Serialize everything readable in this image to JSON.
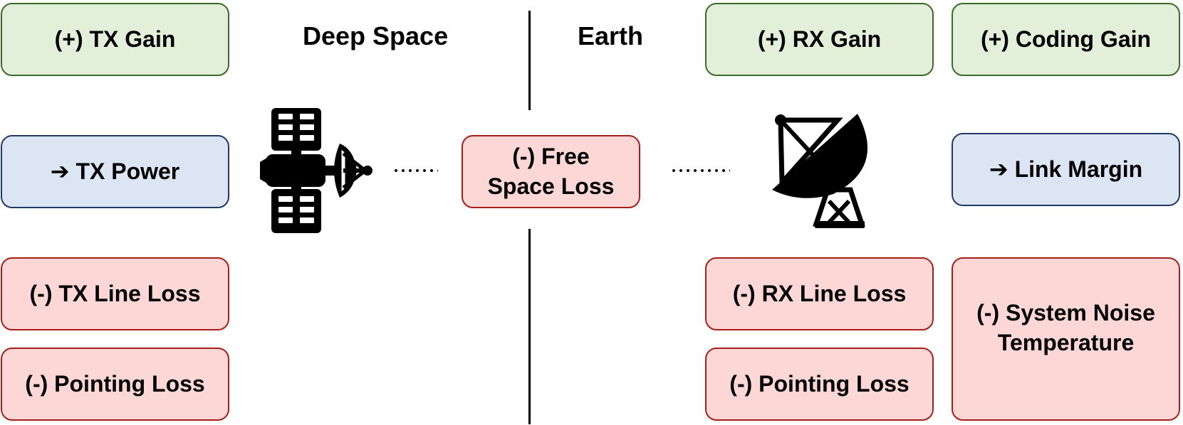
{
  "headings": {
    "deep_space": "Deep Space",
    "earth": "Earth"
  },
  "boxes": {
    "tx_gain": "(+) TX Gain",
    "tx_power": "➔ TX Power",
    "tx_line_loss": "(-) TX Line Loss",
    "tx_pointing_loss": "(-) Pointing Loss",
    "free_space_loss_l1": "(-) Free",
    "free_space_loss_l2": "Space Loss",
    "rx_gain": "(+) RX Gain",
    "coding_gain": "(+) Coding Gain",
    "link_margin": "➔ Link Margin",
    "rx_line_loss": "(-) RX Line Loss",
    "rx_pointing_loss": "(-) Pointing Loss",
    "system_noise_l1": "(-) System Noise",
    "system_noise_l2": "Temperature"
  },
  "icons": {
    "transmitter": "satellite-icon",
    "receiver": "ground-station-dish-icon"
  },
  "colors": {
    "gain_fill": "#e2efd9",
    "gain_border": "#3b6b28",
    "power_fill": "#dbe5f4",
    "power_border": "#1f3a66",
    "loss_fill": "#fdd7d5",
    "loss_border": "#a5201b"
  }
}
